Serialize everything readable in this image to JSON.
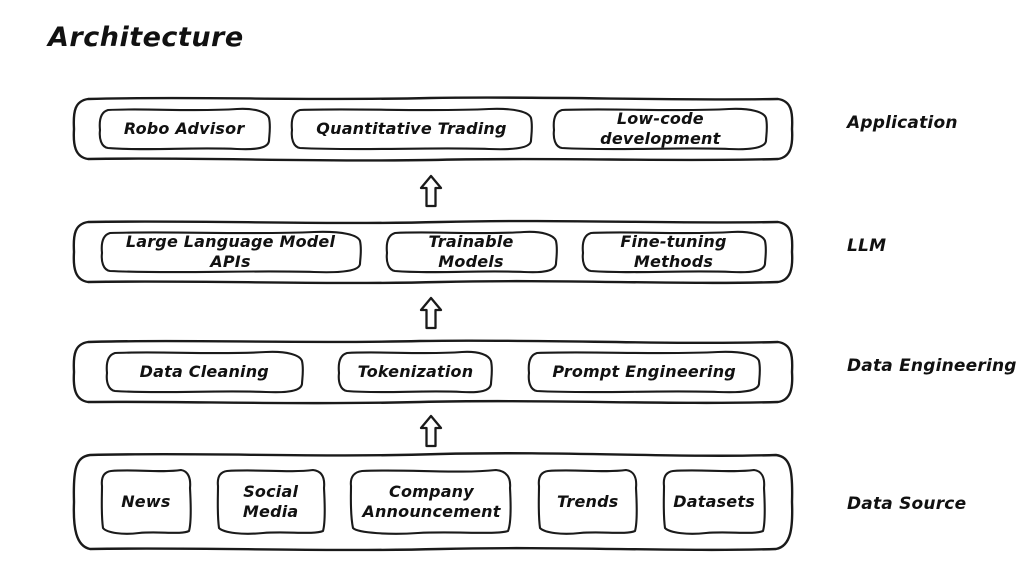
{
  "title": "Architecture",
  "colors": {
    "stroke": "#1a1a1a",
    "background": "#ffffff",
    "text": "#111111"
  },
  "layers": [
    {
      "id": "application",
      "caption": "Application",
      "nodes": [
        {
          "label": "Robo Advisor"
        },
        {
          "label": "Quantitative Trading"
        },
        {
          "label": "Low-code development"
        }
      ]
    },
    {
      "id": "llm",
      "caption": "LLM",
      "nodes": [
        {
          "label": "Large Language Model APIs"
        },
        {
          "label": "Trainable Models"
        },
        {
          "label": "Fine-tuning Methods"
        }
      ]
    },
    {
      "id": "data-engineering",
      "caption": "Data Engineering",
      "nodes": [
        {
          "label": "Data Cleaning"
        },
        {
          "label": "Tokenization"
        },
        {
          "label": "Prompt Engineering"
        }
      ]
    },
    {
      "id": "data-source",
      "caption": "Data Source",
      "nodes": [
        {
          "label": "News"
        },
        {
          "label": "Social\nMedia"
        },
        {
          "label": "Company\nAnnouncement"
        },
        {
          "label": "Trends"
        },
        {
          "label": "Datasets"
        }
      ]
    }
  ],
  "arrows": [
    {
      "from": "llm",
      "to": "application",
      "glyph": "up-arrow"
    },
    {
      "from": "data-engineering",
      "to": "llm",
      "glyph": "up-arrow"
    },
    {
      "from": "data-source",
      "to": "data-engineering",
      "glyph": "up-arrow"
    }
  ]
}
